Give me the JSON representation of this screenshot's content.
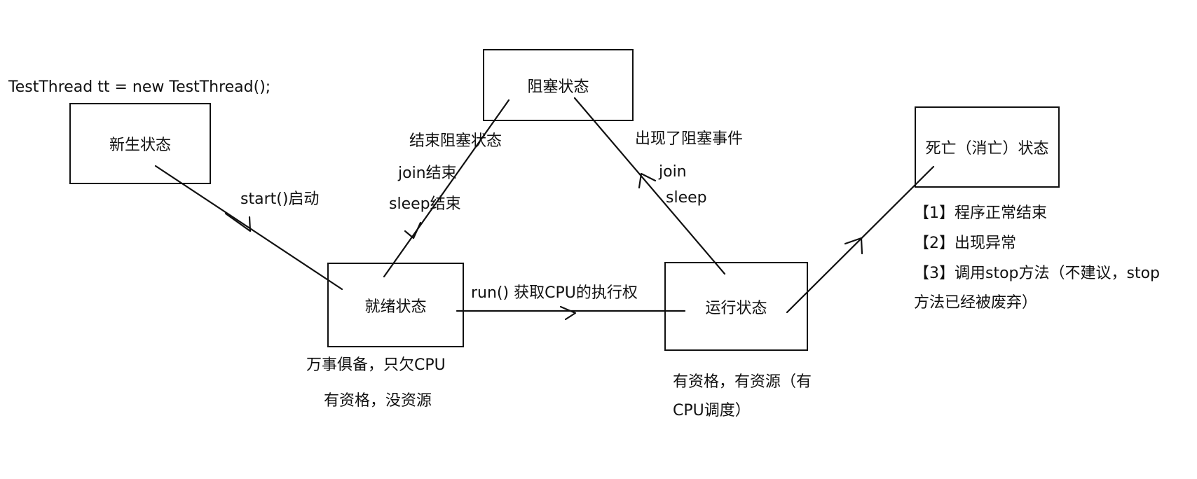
{
  "code_line": "TestThread tt = new TestThread();",
  "states": {
    "new": "新生状态",
    "ready": "就绪状态",
    "blocked": "阻塞状态",
    "running": "运行状态",
    "dead": "死亡（消亡）状态"
  },
  "transitions": {
    "start": "start()启动",
    "end_block": [
      "结束阻塞状态",
      "join结束",
      "sleep结束"
    ],
    "block_event": [
      "出现了阻塞事件",
      "join",
      "sleep"
    ],
    "run": "run() 获取CPU的执行权"
  },
  "notes": {
    "ready": [
      "万事俱备，只欠CPU",
      "有资格，没资源"
    ],
    "running": [
      "有资格，有资源（有",
      "CPU调度）"
    ],
    "dead": [
      "【1】程序正常结束",
      "【2】出现异常",
      "【3】调用stop方法（不建议，stop",
      "方法已经被废弃）"
    ]
  }
}
